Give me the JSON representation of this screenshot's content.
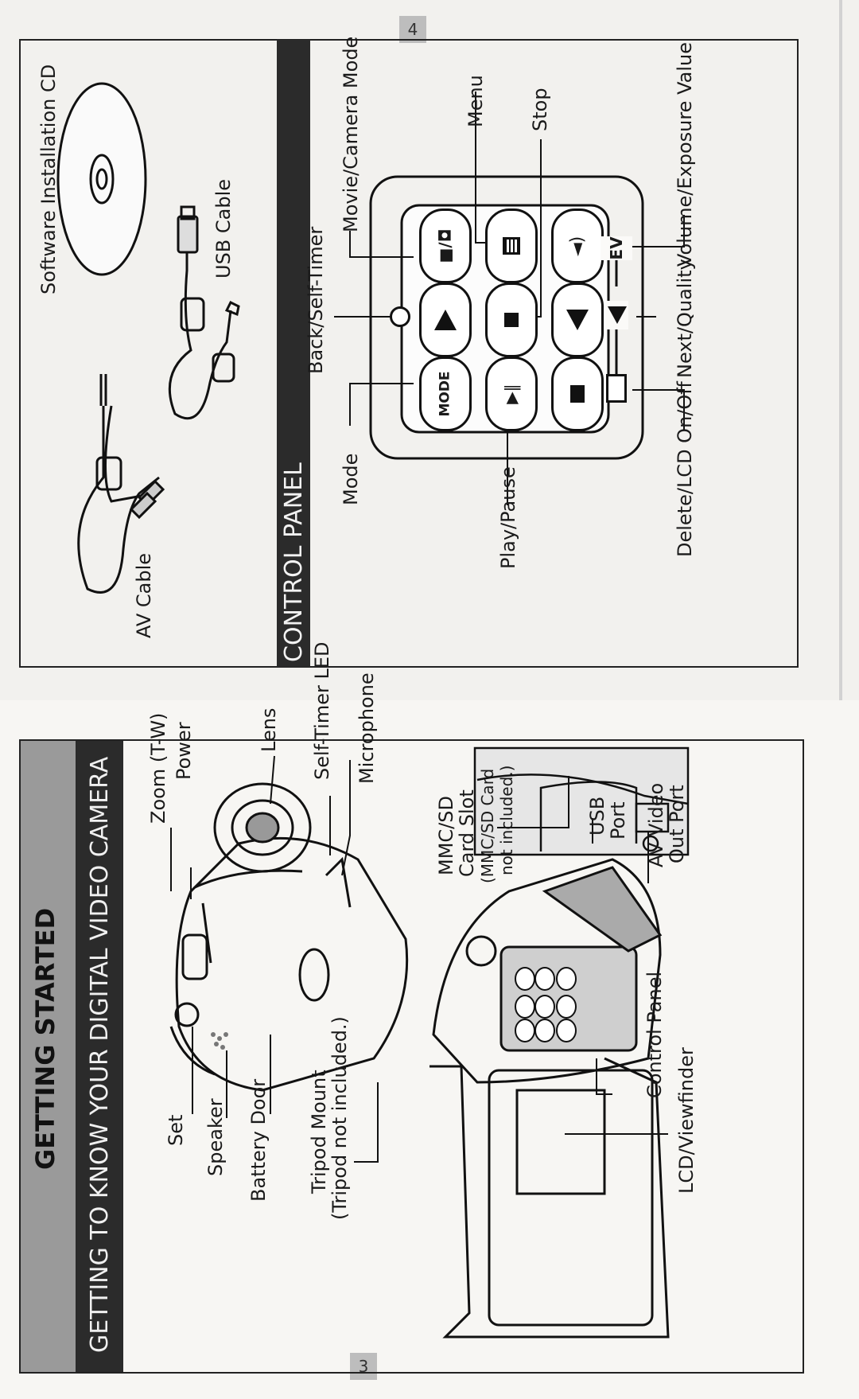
{
  "page3": {
    "page_number": "3",
    "section_title": "GETTING STARTED",
    "subsection_title": "GETTING TO KNOW YOUR DIGITAL VIDEO CAMERA",
    "camera_labels": {
      "set": "Set",
      "speaker": "Speaker",
      "battery_door": "Battery Door",
      "tripod_mount": "Tripod Mount",
      "tripod_note": "(Tripod not included.)",
      "zoom": "Zoom (T-W)",
      "power": "Power",
      "lens": "Lens",
      "self_timer_led": "Self-Timer LED",
      "microphone": "Microphone"
    },
    "open_camera_labels": {
      "lcd_viewfinder": "LCD/Viewfinder",
      "control_panel": "Control Panel",
      "card_slot_1": "MMC/SD",
      "card_slot_2": "Card Slot",
      "card_note_1": "(MMC/SD Card",
      "card_note_2": "not included.)",
      "usb_1": "USB",
      "usb_2": "Port",
      "av_1": "AV Video",
      "av_2": "Out Port"
    }
  },
  "page4": {
    "page_number": "4",
    "accessories": {
      "cd": "Software Installation CD",
      "usb_cable": "USB Cable",
      "av_cable": "AV Cable"
    },
    "control_panel_title": "CONTROL PANEL",
    "buttons": {
      "mode_button": "MODE",
      "ev_text": "EV"
    },
    "control_labels": {
      "mode": "Mode",
      "back_self_timer": "Back/Self-Timer",
      "movie_camera_mode": "Movie/Camera Mode",
      "menu": "Menu",
      "stop": "Stop",
      "play_pause": "Play/Pause",
      "delete_lcd": "Delete/LCD On/Off",
      "next_quality": "Next/Quality",
      "volume_ev": "Volume/Exposure Value"
    }
  }
}
